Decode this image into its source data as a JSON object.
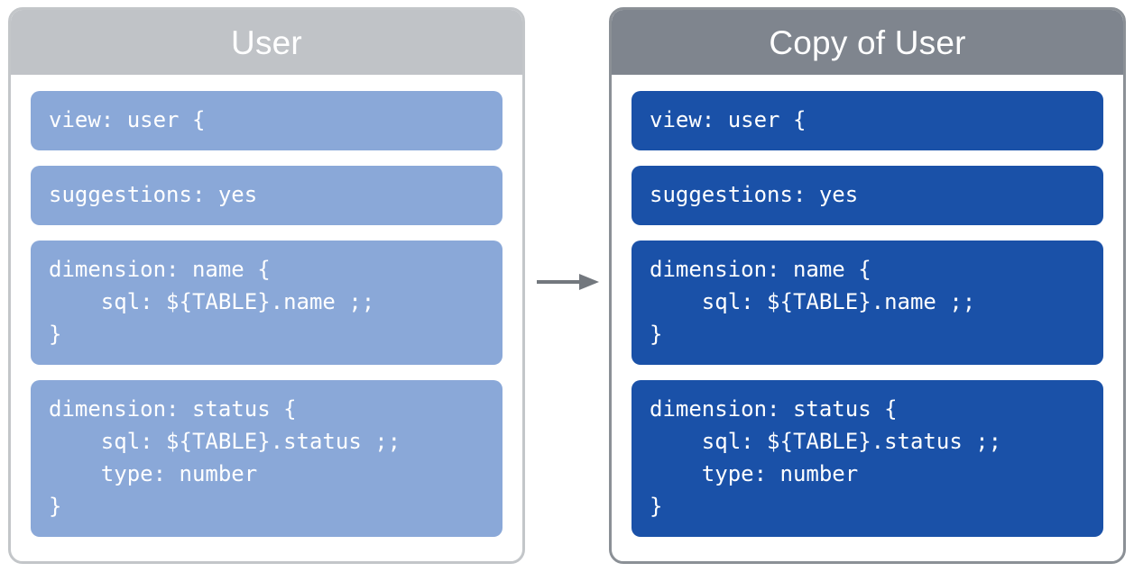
{
  "diagram": {
    "type": "before-after-copy",
    "arrow": {
      "icon": "arrow-right-icon",
      "direction": "right",
      "color": "#73787e"
    },
    "colors": {
      "left_header_bg": "#c0c3c7",
      "right_header_bg": "#7f858e",
      "left_block_bg": "#8aa8d8",
      "right_block_bg": "#1a51a8",
      "left_panel_border": "#c3c6c9",
      "right_panel_border": "#8b9096",
      "block_text": "#ffffff",
      "page_bg": "#ffffff"
    }
  },
  "panels": [
    {
      "id": "source",
      "title": "User",
      "blocks": [
        {
          "id": "view",
          "text": "view: user {"
        },
        {
          "id": "suggestions",
          "text": "suggestions: yes"
        },
        {
          "id": "dimension-name",
          "text": "dimension: name {\n    sql: ${TABLE}.name ;;\n}"
        },
        {
          "id": "dimension-status",
          "text": "dimension: status {\n    sql: ${TABLE}.status ;;\n    type: number\n}"
        }
      ]
    },
    {
      "id": "copy",
      "title": "Copy of User",
      "blocks": [
        {
          "id": "view",
          "text": "view: user {"
        },
        {
          "id": "suggestions",
          "text": "suggestions: yes"
        },
        {
          "id": "dimension-name",
          "text": "dimension: name {\n    sql: ${TABLE}.name ;;\n}"
        },
        {
          "id": "dimension-status",
          "text": "dimension: status {\n    sql: ${TABLE}.status ;;\n    type: number\n}"
        }
      ]
    }
  ]
}
